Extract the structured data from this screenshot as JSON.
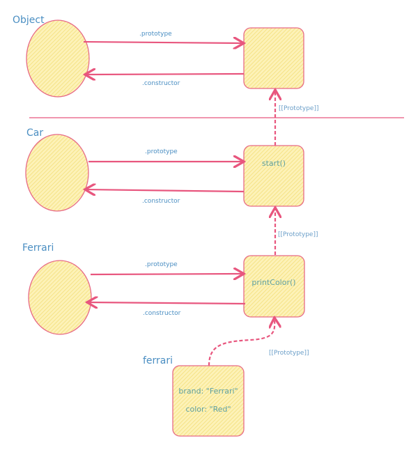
{
  "colors": {
    "stroke": "#e8567e",
    "fill": "#fbec9a",
    "text": "#4a8ec2"
  },
  "object": {
    "title": "Object",
    "prototype_label": ".prototype",
    "constructor_label": ".constructor"
  },
  "car": {
    "title": "Car",
    "prototype_label": ".prototype",
    "constructor_label": ".constructor",
    "method": "start()"
  },
  "ferrari_ctor": {
    "title": "Ferrari",
    "prototype_label": ".prototype",
    "constructor_label": ".constructor",
    "method": "printColor()"
  },
  "ferrari_instance": {
    "title": "ferrari",
    "brand": "brand: \"Ferrari\"",
    "color": "color: \"Red\""
  },
  "links": {
    "car_to_object": "[[Prototype]]",
    "ferrari_to_car": "[[Prototype]]",
    "instance_to_ferrari": "[[Prototype]]"
  }
}
